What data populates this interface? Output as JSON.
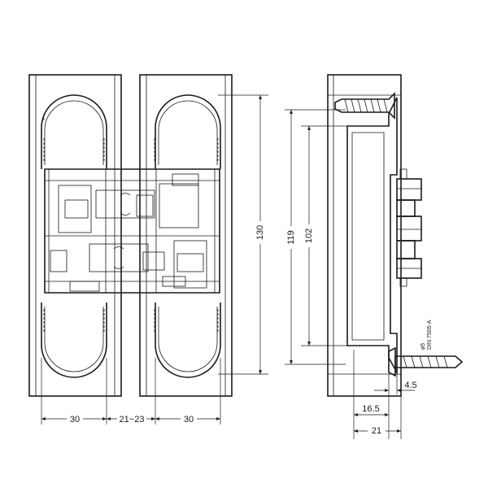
{
  "dimensions": {
    "left_leaf_width": "30",
    "gap": "21~23",
    "right_leaf_width": "30",
    "total_height": "130",
    "height_119": "119",
    "height_102": "102",
    "depth_16_5": "16.5",
    "depth_21": "21",
    "depth_4_5": "4.5"
  },
  "screw": {
    "diameter": "ø5",
    "standard": "DIN 7505-A"
  }
}
